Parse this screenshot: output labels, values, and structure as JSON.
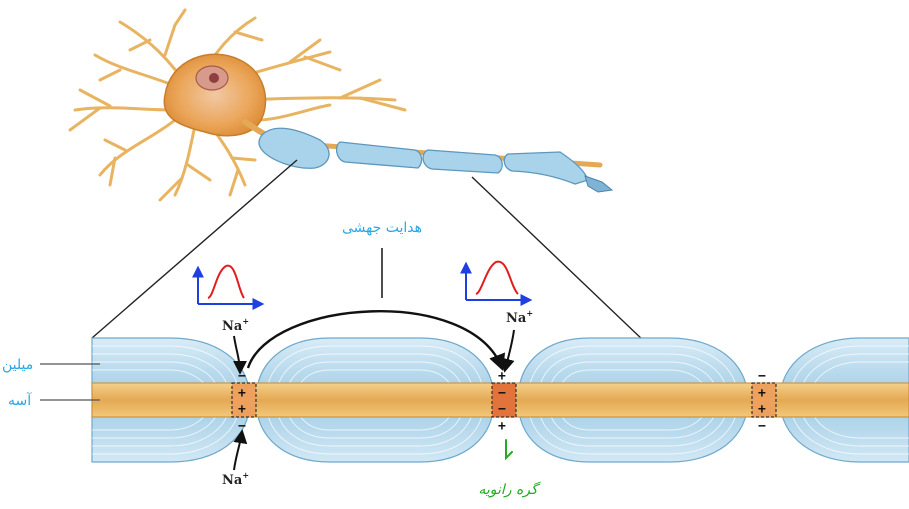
{
  "labels": {
    "saltatory_conduction": "هدایت جهشی",
    "myelin": "میلین",
    "axon": "آسه",
    "node_of_ranvier": "گره رانویه",
    "sodium_ion": "Na",
    "sodium_charge": "+"
  },
  "signs": {
    "plus": "+",
    "minus": "−"
  },
  "colors": {
    "myelin": "#a9d3ea",
    "myelin_dark": "#6fa9cc",
    "axon": "#e8b461",
    "axon_dark": "#c98a2e",
    "node": "#e2733a",
    "annotation_blue": "#2aa6e6",
    "annotation_green": "#22aa22",
    "action_potential_red": "#e01e1e",
    "axis_blue": "#1f3fe0"
  }
}
